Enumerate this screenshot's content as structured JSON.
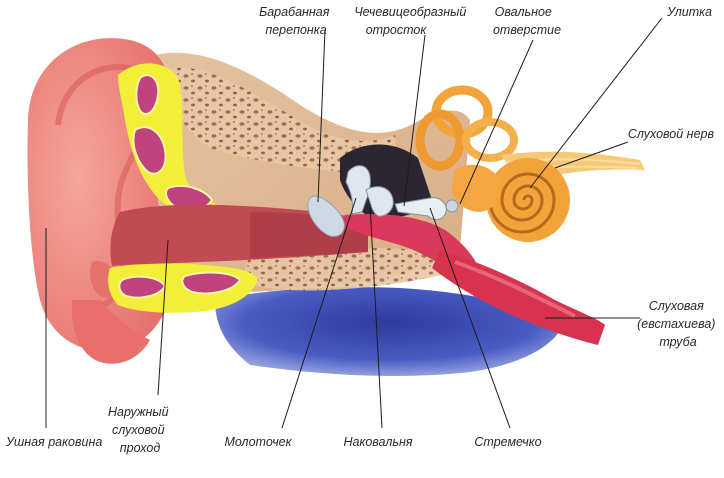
{
  "labels": {
    "eardrum": [
      "Барабанная",
      "перепонка"
    ],
    "lenticular": [
      "Чечевицеобразный",
      "отросток"
    ],
    "oval_window": [
      "Овальное",
      "отверстие"
    ],
    "cochlea": [
      "Улитка"
    ],
    "auditory_nerve": [
      "Слуховой нерв"
    ],
    "eustachian_tube": [
      "Слуховая",
      "(евстахиева)",
      "труба"
    ],
    "pinna": [
      "Ушная раковина"
    ],
    "ear_canal": [
      "Наружный",
      "слуховой",
      "проход"
    ],
    "malleus": [
      "Молоточек"
    ],
    "incus": [
      "Наковальня"
    ],
    "stapes": [
      "Стремечко"
    ]
  },
  "colors": {
    "skin": "#ef8a82",
    "skin_dark": "#e06a66",
    "cartilage": "#f3ee3a",
    "cartilage_inner": "#c0427e",
    "bone": "#e9c9a6",
    "canal": "#c24a52",
    "tissue": "#d9395a",
    "tympanic_cavity": "#2c2630",
    "cochlea": "#f2a43a",
    "nerve": "#f6c978",
    "eustachian": "#d8334e",
    "deep_blue": "#3d4fb6",
    "ossicle": "#dfe6ee"
  }
}
